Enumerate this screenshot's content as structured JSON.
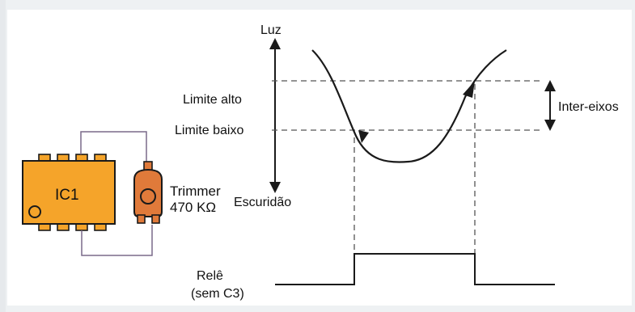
{
  "labels": {
    "luz": "Luz",
    "escuridao": "Escuridão",
    "limite_alto": "Limite alto",
    "limite_baixo": "Limite baixo",
    "inter_eixos": "Inter-eixos",
    "rele": "Relê",
    "rele_sub": "(sem C3)",
    "ic1": "IC1",
    "trimmer": "Trimmer",
    "trimmer_value": "470 KΩ"
  },
  "colors": {
    "chip": "#f5a42a",
    "trimmer": "#e07a3a",
    "line": "#1a1a1a",
    "guide": "#6b6b6b"
  }
}
